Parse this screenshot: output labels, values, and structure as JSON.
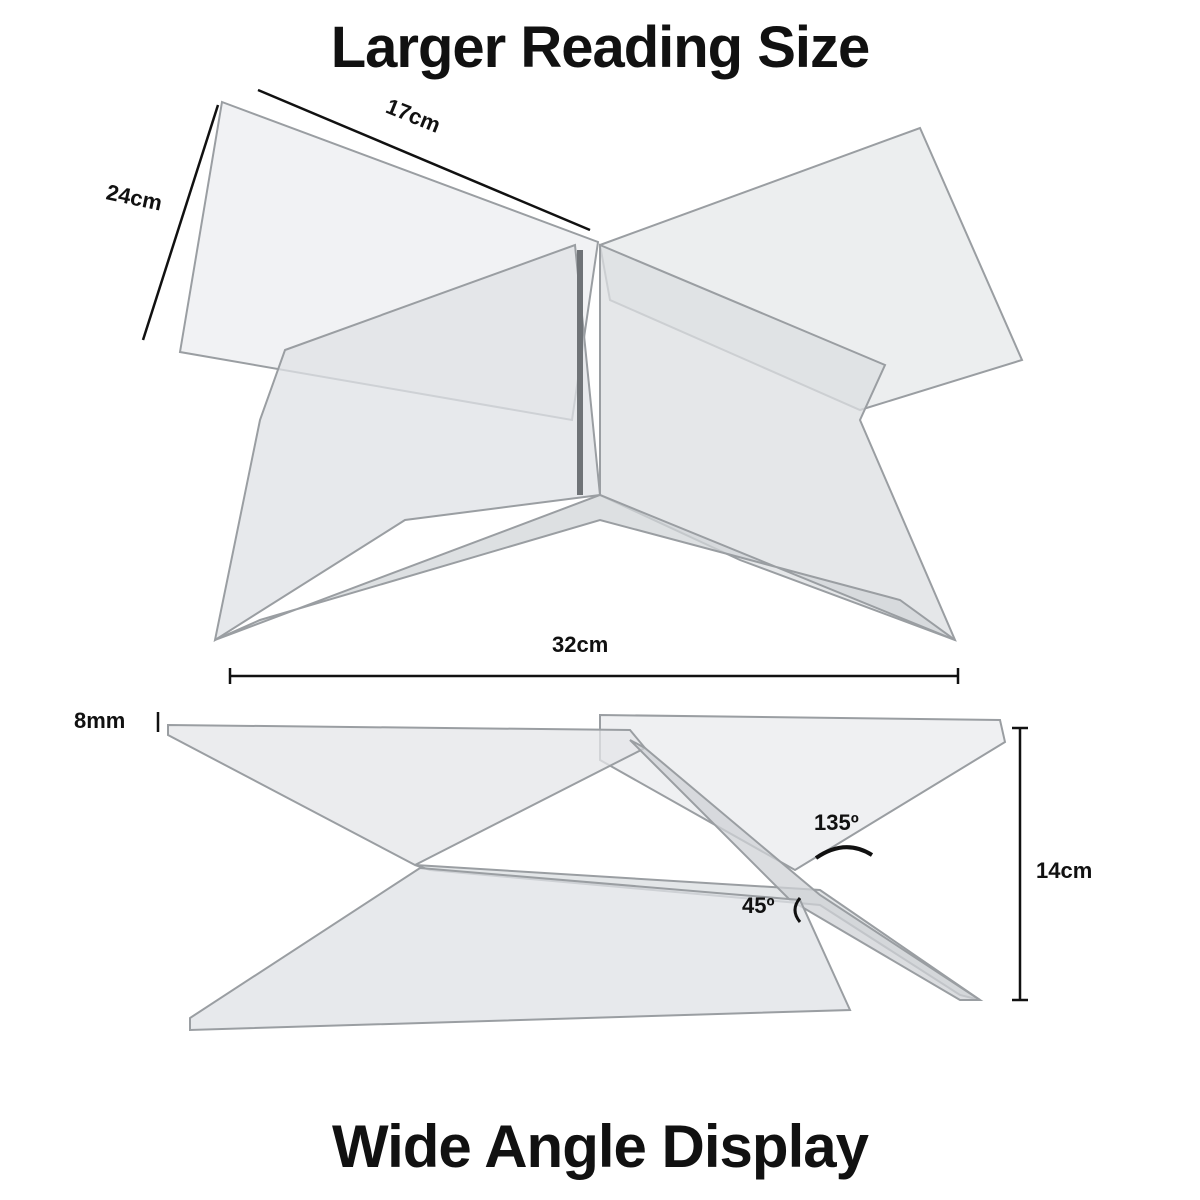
{
  "headline_top": "Larger Reading Size",
  "headline_bottom": "Wide Angle Display",
  "dimensions": {
    "depth": "17cm",
    "height_top": "24cm",
    "width": "32cm",
    "thickness": "8mm",
    "height_side": "14cm",
    "angle_wide": "135º",
    "angle_narrow": "45º"
  },
  "colors": {
    "text": "#111111",
    "acrylic": "#e4e6e8",
    "edge": "#9a9ea2"
  }
}
